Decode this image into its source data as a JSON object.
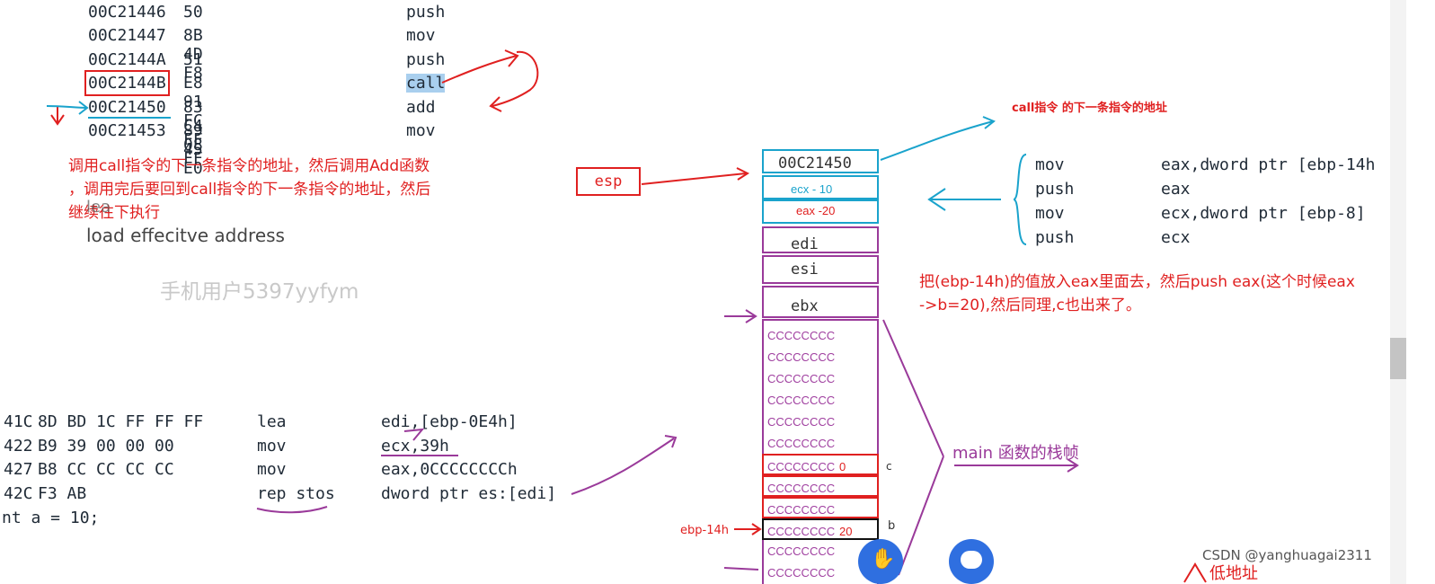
{
  "top_disassembly": [
    {
      "addr": "00C21446",
      "bytes": "50",
      "op": "push"
    },
    {
      "addr": "00C21447",
      "bytes": "8B 4D F8",
      "op": "mov"
    },
    {
      "addr": "00C2144A",
      "bytes": "51",
      "op": "push"
    },
    {
      "addr": "00C2144B",
      "bytes": "E8 91 FC FF FF",
      "op": "call"
    },
    {
      "addr": "00C21450",
      "bytes": "83 C4 08",
      "op": "add"
    },
    {
      "addr": "00C21453",
      "bytes": "89 45 E0",
      "op": "mov"
    }
  ],
  "notes": {
    "call_explanation_1": "调用call指令的下一条指令的地址，然后调用Add函数",
    "call_explanation_2": "，调用完后要回到call指令的下一条指令的地址，然后",
    "call_explanation_3": "继续往下执行",
    "lea_overlap": "lea",
    "lea_meaning": "load effecitve address",
    "watermark": "手机用户5397yyfym",
    "next_addr_title": "call指令 的下一条指令的地址",
    "push_explanation_1": "把(ebp-14h)的值放入eax里面去，然后push eax(这个时候eax",
    "push_explanation_2": "->b=20),然后同理,c也出来了。",
    "main_frame": "main 函数的栈帧",
    "low_address": "低地址"
  },
  "esp_label": "esp",
  "stack_top": [
    {
      "text": "00C21450",
      "kind": "ret"
    },
    {
      "text": "ecx - 10",
      "kind": "arg"
    },
    {
      "text": "eax -20",
      "kind": "arg"
    },
    {
      "text": "edi",
      "kind": "reg"
    },
    {
      "text": "esi",
      "kind": "reg"
    },
    {
      "text": "ebx",
      "kind": "reg"
    }
  ],
  "stack_cc": [
    {
      "cc": "CCCCCCCC",
      "val": ""
    },
    {
      "cc": "CCCCCCCC",
      "val": ""
    },
    {
      "cc": "CCCCCCCC",
      "val": ""
    },
    {
      "cc": "CCCCCCCC",
      "val": ""
    },
    {
      "cc": "CCCCCCCC",
      "val": ""
    },
    {
      "cc": "CCCCCCCC",
      "val": ""
    },
    {
      "cc": "CCCCCCCC",
      "val": "0"
    },
    {
      "cc": "CCCCCCCC",
      "val": ""
    },
    {
      "cc": "CCCCCCCC",
      "val": ""
    },
    {
      "cc": "CCCCCCCC",
      "val": "20"
    },
    {
      "cc": "CCCCCCCC",
      "val": ""
    },
    {
      "cc": "CCCCCCCC",
      "val": ""
    }
  ],
  "side_labels": {
    "c": "c",
    "b": "b",
    "ebp": "ebp-14h"
  },
  "right_code": [
    {
      "op": "mov",
      "arg": "eax,dword ptr [ebp-14h"
    },
    {
      "op": "push",
      "arg": "eax"
    },
    {
      "op": "mov",
      "arg": "ecx,dword ptr [ebp-8]"
    },
    {
      "op": "push",
      "arg": "ecx"
    }
  ],
  "lower_disassembly": [
    {
      "a": "41C",
      "b": "8D BD 1C FF FF FF",
      "op": "lea",
      "arg": "edi,[ebp-0E4h]"
    },
    {
      "a": "422",
      "b": "B9 39 00 00 00",
      "op": "mov",
      "arg": "ecx,39h"
    },
    {
      "a": "427",
      "b": "B8 CC CC CC CC",
      "op": "mov",
      "arg": "eax,0CCCCCCCCh"
    },
    {
      "a": "42C",
      "b": "F3 AB",
      "op": "rep stos",
      "arg": "dword ptr es:[edi]"
    }
  ],
  "source_line": "nt a = 10;",
  "footer_credit": "CSDN @yanghuagai2311",
  "colors": {
    "annot_red": "#e02020",
    "stack_purple": "#9a3a9a",
    "cyan": "#1aa3cc",
    "highlight": "#a9cfee"
  }
}
